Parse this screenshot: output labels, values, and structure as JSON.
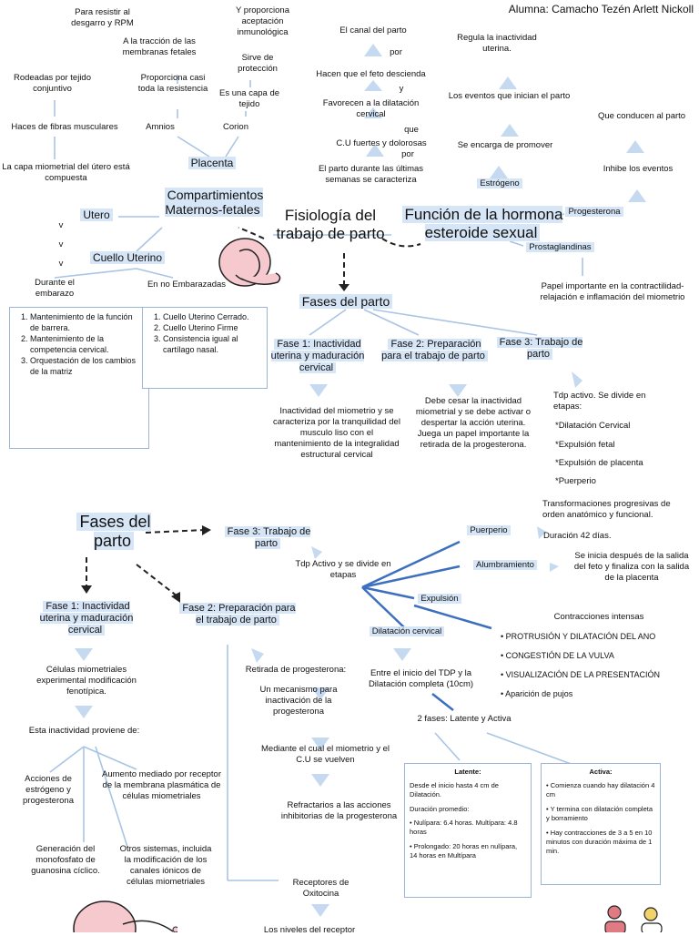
{
  "author": "Alumna: Camacho Tezén Arlett Nickoll",
  "top": {
    "center": "Fisiología del trabajo de parto",
    "compartimientos": "Compartimientos Maternos-fetales",
    "funcion": "Función de la hormona esteroide sexual",
    "fases": "Fases del parto",
    "placenta": "Placenta",
    "amnios": "Amnios",
    "corion": "Corion",
    "amnios_1": "Proporciona casi toda la resistencia",
    "amnios_2": "A la tracción de las membranas fetales",
    "amnios_3": "Para resistir al desgarro y RPM",
    "corion_1": "Es una capa de tejido",
    "corion_2": "Sirve de protección",
    "corion_3": "Y proporciona aceptación inmunológica",
    "utero": "Utero",
    "utero_1": "La capa miometrial del útero está compuesta",
    "utero_2": "Haces de fibras musculares",
    "utero_3": "Rodeadas por tejido conjuntivo",
    "v1": "v",
    "v2": "v",
    "v3": "v",
    "cuello": "Cuello Uterino",
    "durante": "Durante el embarazo",
    "no_emb": "En no Embarazadas",
    "durante_list": [
      "Mantenimiento de la función de barrera.",
      "Mantenimiento de la competencia cervical.",
      "Orquestación de los cambios de la matriz"
    ],
    "no_emb_list": [
      "Cuello Uterino Cerrado.",
      "Cuello Uterino Firme",
      "Consistencia igual al cartílago nasal."
    ],
    "parto_1": "El parto durante las últimas semanas se caracteriza",
    "parto_2": "C.U fuertes y dolorosas",
    "parto_que": "que",
    "parto_por1": "por",
    "parto_3": "Favorecen a la dilatación cervical",
    "parto_y": "y",
    "parto_4": "Hacen que el feto descienda",
    "parto_por2": "por",
    "parto_5": "El canal del parto",
    "estrogeno": "Estrógeno",
    "est_1": "Se encarga de promover",
    "est_2": "Los eventos que inician el parto",
    "est_3": "Regula la inactividad uterina.",
    "progesterona": "Progesterona",
    "prog_1": "Inhibe los eventos",
    "prog_2": "Que conducen al parto",
    "prostaglandinas": "Prostaglandinas",
    "prost_1": "Papel importante en la contractilidad- relajación e inflamación del miometrio",
    "fase1": "Fase 1: Inactividad uterina y maduración cervical",
    "fase2": "Fase 2: Preparación para el trabajo de parto",
    "fase3": "Fase 3: Trabajo de parto",
    "fase1_desc": "Inactividad del miometrio y se caracteriza por la tranquilidad del musculo liso con el mantenimiento de la integralidad estructural cervical",
    "fase2_desc": "Debe cesar la inactividad miometrial y se debe activar o despertar la acción uterina. Juega un papel importante la retirada de la progesterona.",
    "fase3_desc": "Tdp activo. Se divide en etapas:",
    "fase3_items": [
      "*Dilatación Cervical",
      "*Expulsión fetal",
      "*Expulsión de placenta",
      "*Puerperio"
    ]
  },
  "bottom": {
    "fases": "Fases del parto",
    "fase3": "Fase 3: Trabajo de parto",
    "fase3_1": "Tdp Activo y se divide en etapas",
    "puerperio": "Puerperio",
    "puerperio_1": "Transformaciones progresivas de orden anatómico y funcional.",
    "puerperio_2": "Duración 42 días.",
    "alumbramiento": "Alumbramiento",
    "alumbramiento_1": "Se inicia después de la salida del feto y finaliza con la salida de la placenta",
    "expulsion": "Expulsión",
    "expulsion_1": "Contracciones intensas",
    "expulsion_list": [
      "PROTRUSIÓN Y DILATACIÓN DEL ANO",
      "CONGESTIÓN DE LA VULVA",
      "VISUALIZACIÓN DE LA PRESENTACIÓN",
      "Aparición de pujos"
    ],
    "dilatacion": "Dilatación cervical",
    "dil_1": "Entre el inicio del TDP y la Dilatación completa (10cm)",
    "dil_2": "2 fases: Latente y Activa",
    "latente_title": "Latente:",
    "latente_1": "Desde el inicio hasta 4 cm de Dilatación.",
    "latente_2": "Duración promedio:",
    "latente_3": "• Nulípara: 6.4 horas. Multípara: 4.8 horas",
    "latente_4": "• Prolongado: 20 horas en nulípara, 14 horas en Multípara",
    "activa_title": "Activa:",
    "activa_1": "• Comienza cuando hay dilatación 4 cm",
    "activa_2": "• Y termina con dilatación completa y borramiento",
    "activa_3": "• Hay contracciones de 3 a 5 en 10 minutos con duración máxima de 1 min.",
    "fase1": "Fase 1: Inactividad uterina y maduración cervical",
    "fase1_1": "Células miometriales experimental modificación fenotípica.",
    "fase1_2": "Esta inactividad proviene de:",
    "fase1_3": "Acciones de estrógeno y progesterona",
    "fase1_4": "Aumento mediado por receptor de la membrana plasmática de células miometriales",
    "fase1_5": "Generación del monofosfato de guanosina cíclico.",
    "fase1_6": "Otros sistemas, incluida la modificación de los canales iónicos de células miometriales",
    "fase2": "Fase 2: Preparación para el trabajo de parto",
    "fase2_1": "Retirada de progesterona:",
    "fase2_2": "Un mecanismo para inactivación de la progesterona",
    "fase2_3": "Mediante el cual el miometrio y el C.U se vuelven",
    "fase2_4": "Refractarios a las acciones inhibitorias de la progesterona",
    "fase2_5": "Receptores de Oxitocina",
    "fase2_6": "Los niveles del receptor"
  }
}
